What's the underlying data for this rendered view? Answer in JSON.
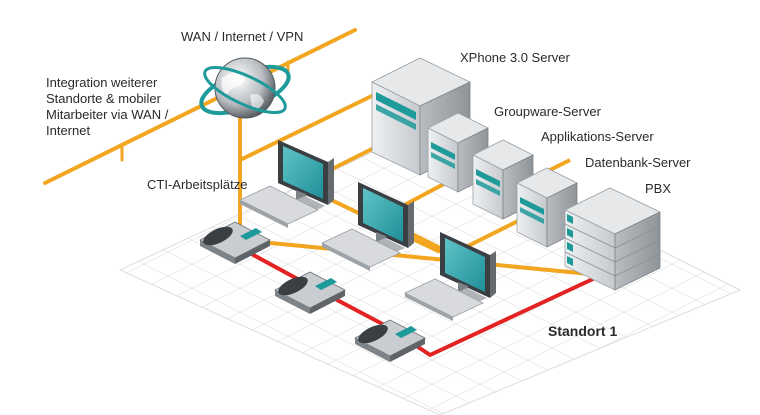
{
  "labels": {
    "wan": "WAN / Internet / VPN",
    "integration": "Integration weiterer\nStandorte & mobiler\nMitarbeiter via WAN /\nInternet",
    "xphone": "XPhone 3.0 Server",
    "groupware": "Groupware-Server",
    "applikations": "Applikations-Server",
    "datenbank": "Datenbank-Server",
    "pbx": "PBX",
    "cti": "CTI-Arbeitsplätze",
    "standort": "Standort 1"
  },
  "colors": {
    "network": "#f2a51f",
    "phone_line": "#e32222",
    "grid": "#cfcfcf",
    "server_body": "#d9dce0",
    "teal_accent": "#1f9a9a",
    "screen": "#2a9ea6"
  },
  "icons": [
    "globe-icon",
    "server-icon",
    "monitor-icon",
    "keyboard-icon",
    "phone-icon"
  ]
}
